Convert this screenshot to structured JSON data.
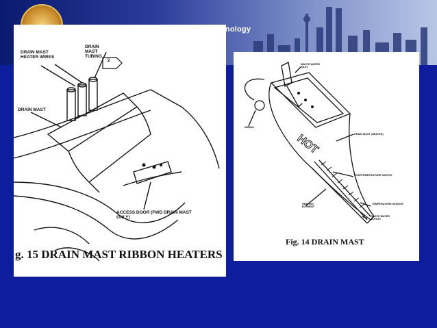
{
  "header": {
    "partial_title": "hnology"
  },
  "left_figure": {
    "caption": "g. 15 DRAIN MAST RIBBON HEATERS",
    "labels": {
      "heater_wires": "DRAIN MAST HEATER WIRES",
      "tubing": "DRAIN MAST TUBING",
      "tubing_callout": "2",
      "drain_mast": "DRAIN MAST",
      "access_door": "ACCESS DOOR (FWD DRAIN MAST ONLY)"
    }
  },
  "right_figure": {
    "caption": "Fig. 14 DRAIN MAST",
    "hot_text": "HOT",
    "labels": {
      "waste_water_inlet": "WASTE WATER INLET",
      "wiring": "WIRING",
      "drain_mast_heated": "DRAIN MAST (HEATED)",
      "overtemperature_switch": "OVERTEMPERATURE SWITCH",
      "heating_element": "HEATING ELEMENT",
      "temperature_sensor": "TEMPERATURE SENSOR",
      "waste_water_outlet": "WASTE WATER OUTLET"
    }
  },
  "colors": {
    "background": "#0d1d9c",
    "panel": "#ffffff"
  }
}
